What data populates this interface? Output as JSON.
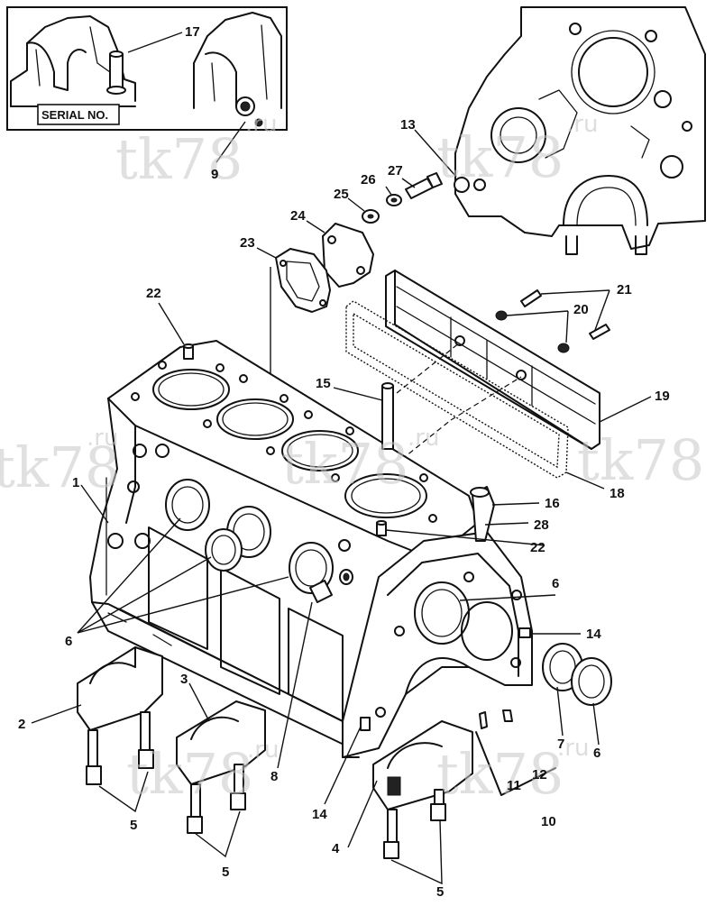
{
  "inset_label": "SERIAL NO.",
  "watermark": {
    "main": "tk78",
    "suffix": ".ru"
  },
  "callouts": [
    {
      "id": "c17",
      "text": "17"
    },
    {
      "id": "c9",
      "text": "9"
    },
    {
      "id": "c13",
      "text": "13"
    },
    {
      "id": "c26",
      "text": "26"
    },
    {
      "id": "c27",
      "text": "27"
    },
    {
      "id": "c25",
      "text": "25"
    },
    {
      "id": "c24",
      "text": "24"
    },
    {
      "id": "c23",
      "text": "23"
    },
    {
      "id": "c22a",
      "text": "22"
    },
    {
      "id": "c21",
      "text": "21"
    },
    {
      "id": "c20",
      "text": "20"
    },
    {
      "id": "c15",
      "text": "15"
    },
    {
      "id": "c19",
      "text": "19"
    },
    {
      "id": "c18",
      "text": "18"
    },
    {
      "id": "c16",
      "text": "16"
    },
    {
      "id": "c28",
      "text": "28"
    },
    {
      "id": "c22b",
      "text": "22"
    },
    {
      "id": "c1",
      "text": "1"
    },
    {
      "id": "c6a",
      "text": "6"
    },
    {
      "id": "c6b",
      "text": "6"
    },
    {
      "id": "c14a",
      "text": "14"
    },
    {
      "id": "c14b",
      "text": "14"
    },
    {
      "id": "c2",
      "text": "2"
    },
    {
      "id": "c3",
      "text": "3"
    },
    {
      "id": "c8",
      "text": "8"
    },
    {
      "id": "c7",
      "text": "7"
    },
    {
      "id": "c6c",
      "text": "6"
    },
    {
      "id": "c12",
      "text": "12"
    },
    {
      "id": "c11",
      "text": "11"
    },
    {
      "id": "c10",
      "text": "10"
    },
    {
      "id": "c5a",
      "text": "5"
    },
    {
      "id": "c5b",
      "text": "5"
    },
    {
      "id": "c4",
      "text": "4"
    },
    {
      "id": "c5c",
      "text": "5"
    }
  ]
}
